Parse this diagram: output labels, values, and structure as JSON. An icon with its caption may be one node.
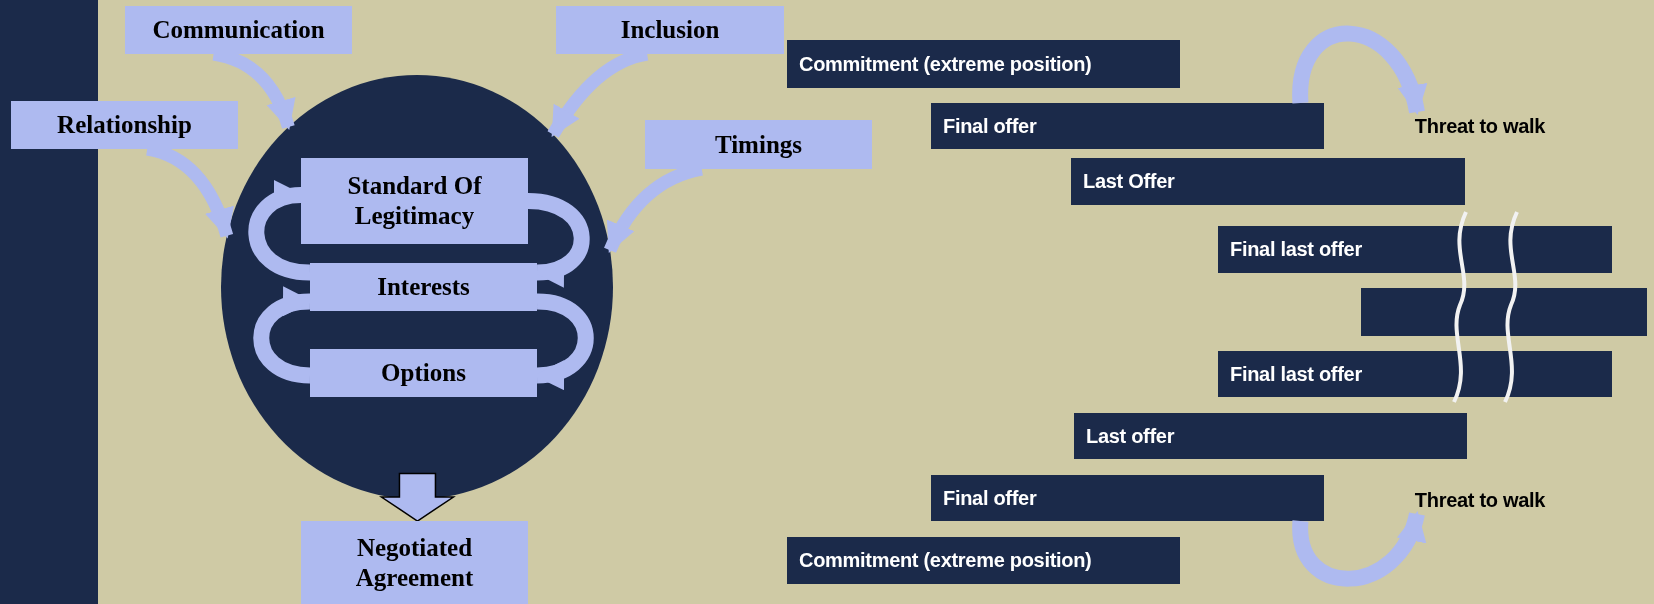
{
  "diagram": {
    "nodes": [
      {
        "text": [
          "Communication"
        ]
      },
      {
        "text": [
          "Inclusion"
        ]
      },
      {
        "text": [
          "Relationship"
        ]
      },
      {
        "text": [
          "Timings"
        ]
      },
      {
        "text": [],
        "shape": "circle"
      },
      {
        "text": [
          "Standard Of Legitimacy"
        ],
        "in": 4
      },
      {
        "text": [
          "Interests"
        ],
        "in": 4
      },
      {
        "text": [
          "Options"
        ],
        "in": 4
      },
      {
        "text": [
          "Negotiated Agreement"
        ]
      },
      {
        "text": [
          "Commitment (extreme position)"
        ]
      },
      {
        "text": [
          "Final offer"
        ]
      },
      {
        "text": [
          "Threat to walk"
        ]
      },
      {
        "text": [
          "Last Offer"
        ]
      },
      {
        "text": [
          "Final last offer"
        ]
      },
      {
        "text": [],
        "shape": "bar"
      },
      {
        "text": [
          "Final last offer"
        ]
      },
      {
        "text": [
          "Last offer"
        ]
      },
      {
        "text": [
          "Final offer"
        ]
      },
      {
        "text": [
          "Threat to walk"
        ]
      },
      {
        "text": [
          "Commitment (extreme position)"
        ]
      },
      {
        "text": [],
        "shape": "bar"
      }
    ],
    "edges": [
      {
        "from": 0,
        "to": 4,
        "arrow": "to"
      },
      {
        "from": 1,
        "to": 4,
        "arrow": "to"
      },
      {
        "from": 2,
        "to": 4,
        "arrow": "to"
      },
      {
        "from": 3,
        "to": 4,
        "arrow": "to"
      },
      {
        "from": 6,
        "to": 5,
        "arrow": "to"
      },
      {
        "from": 5,
        "to": 6,
        "arrow": "to"
      },
      {
        "from": 7,
        "to": 6,
        "arrow": "to"
      },
      {
        "from": 6,
        "to": 7,
        "arrow": "to"
      },
      {
        "from": 4,
        "to": 8,
        "arrow": "to"
      },
      {
        "from": 10,
        "to": 11,
        "arrow": "to"
      },
      {
        "from": 17,
        "to": 18,
        "arrow": "to"
      }
    ]
  }
}
